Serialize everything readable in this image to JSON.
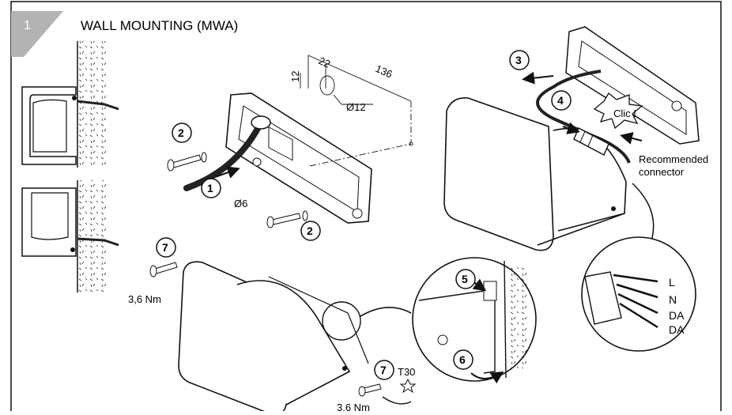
{
  "step": {
    "number": "1",
    "title": "WALL MOUNTING (MWA)"
  },
  "dimensions": {
    "d136": "136",
    "d22": "22",
    "d12": "12",
    "hole": "Ø12",
    "screw": "Ø6"
  },
  "callouts": {
    "c1": "1",
    "c2": "2",
    "c3": "3",
    "c4": "4",
    "c5": "5",
    "c6": "6",
    "c7": "7"
  },
  "connector": {
    "click": "Clic !",
    "line1": "Recommended",
    "line2": "connector"
  },
  "wires": [
    "L",
    "N",
    "DA",
    "DA"
  ],
  "torque": {
    "value": "3,6 Nm",
    "tool": "T30"
  },
  "colors": {
    "step_badge": "#b3b3b3",
    "stroke": "#111111",
    "cable": "#222222"
  }
}
